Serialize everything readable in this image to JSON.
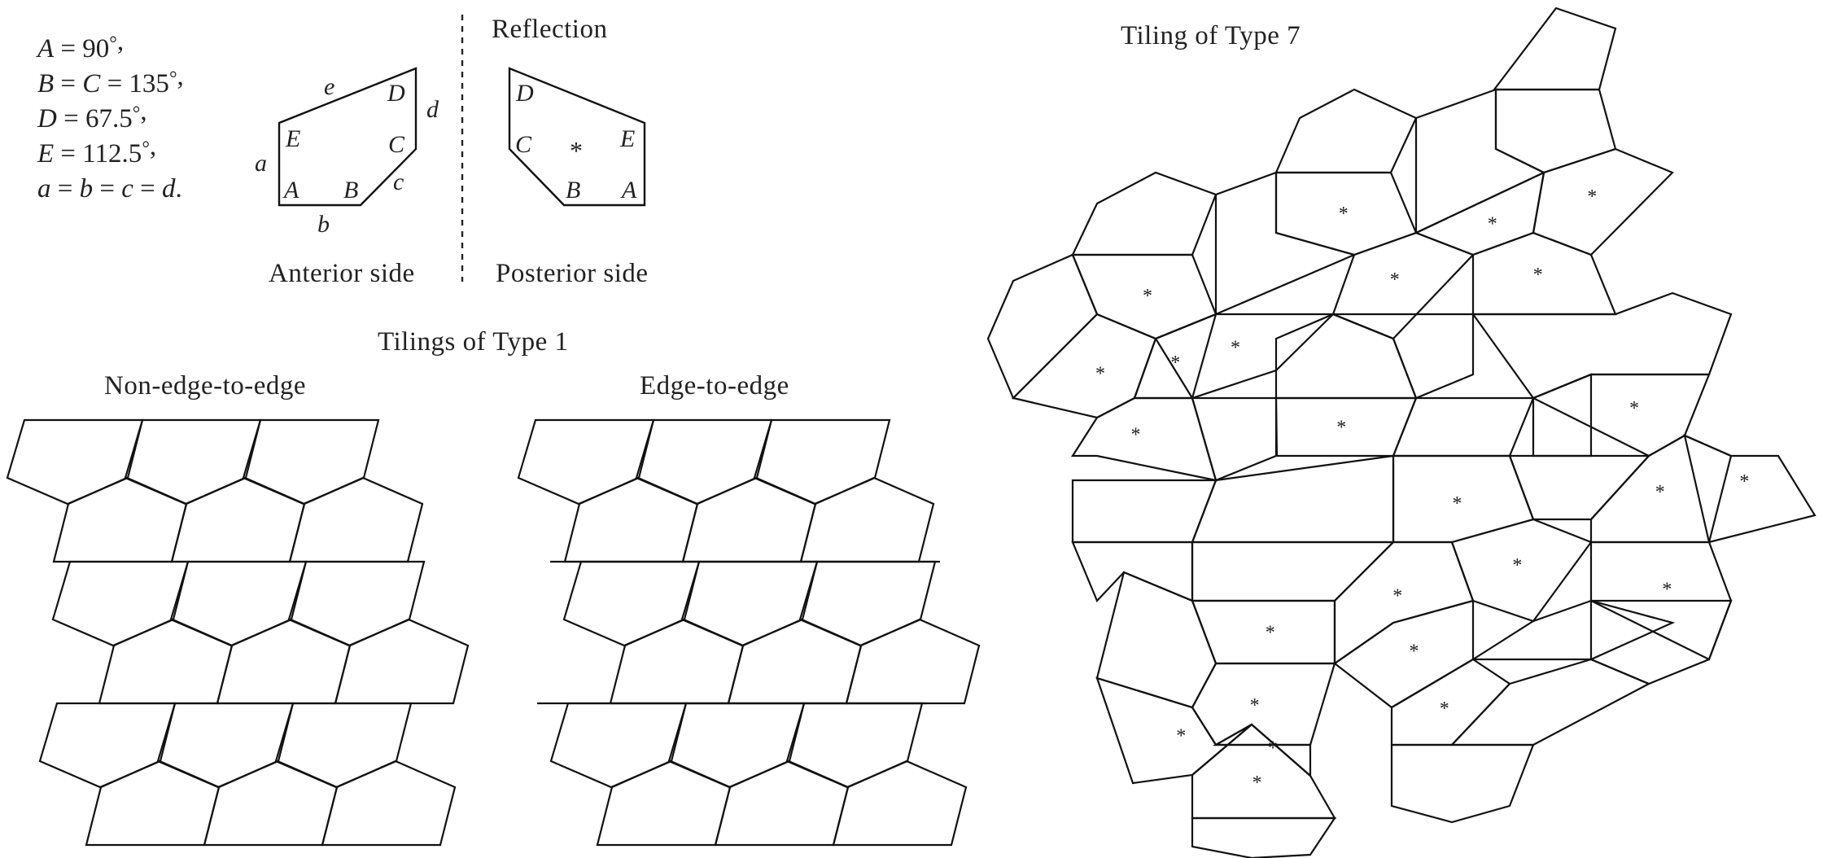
{
  "formula": {
    "lines": [
      [
        {
          "t": "A",
          "i": true
        },
        {
          "t": " = 90"
        },
        {
          "t": "°",
          "sup": true
        },
        {
          "t": ","
        }
      ],
      [
        {
          "t": "B",
          "i": true
        },
        {
          "t": " = "
        },
        {
          "t": "C",
          "i": true
        },
        {
          "t": " = 135"
        },
        {
          "t": "°",
          "sup": true
        },
        {
          "t": ","
        }
      ],
      [
        {
          "t": "D",
          "i": true
        },
        {
          "t": " = 67.5"
        },
        {
          "t": "°",
          "sup": true
        },
        {
          "t": ","
        }
      ],
      [
        {
          "t": "E",
          "i": true
        },
        {
          "t": " = 112.5"
        },
        {
          "t": "°",
          "sup": true
        },
        {
          "t": ","
        }
      ],
      [
        {
          "t": "a",
          "i": true
        },
        {
          "t": " = "
        },
        {
          "t": "b",
          "i": true
        },
        {
          "t": " = "
        },
        {
          "t": "c",
          "i": true
        },
        {
          "t": " = "
        },
        {
          "t": "d",
          "i": true
        },
        {
          "t": "."
        }
      ]
    ]
  },
  "anterior": {
    "caption": "Anterior side",
    "vertex_labels": [
      "A",
      "B",
      "C",
      "D",
      "E"
    ],
    "edge_labels": [
      "a",
      "b",
      "c",
      "d",
      "e"
    ]
  },
  "posterior": {
    "heading": "Reflection",
    "caption": "Posterior side",
    "vertex_labels": [
      "A",
      "B",
      "C",
      "D",
      "E"
    ],
    "mark": "*"
  },
  "type1": {
    "title": "Tilings of Type 1",
    "left_caption": "Non-edge-to-edge",
    "right_caption": "Edge-to-edge"
  },
  "type7": {
    "title": "Tiling of Type 7",
    "mark": "*"
  }
}
